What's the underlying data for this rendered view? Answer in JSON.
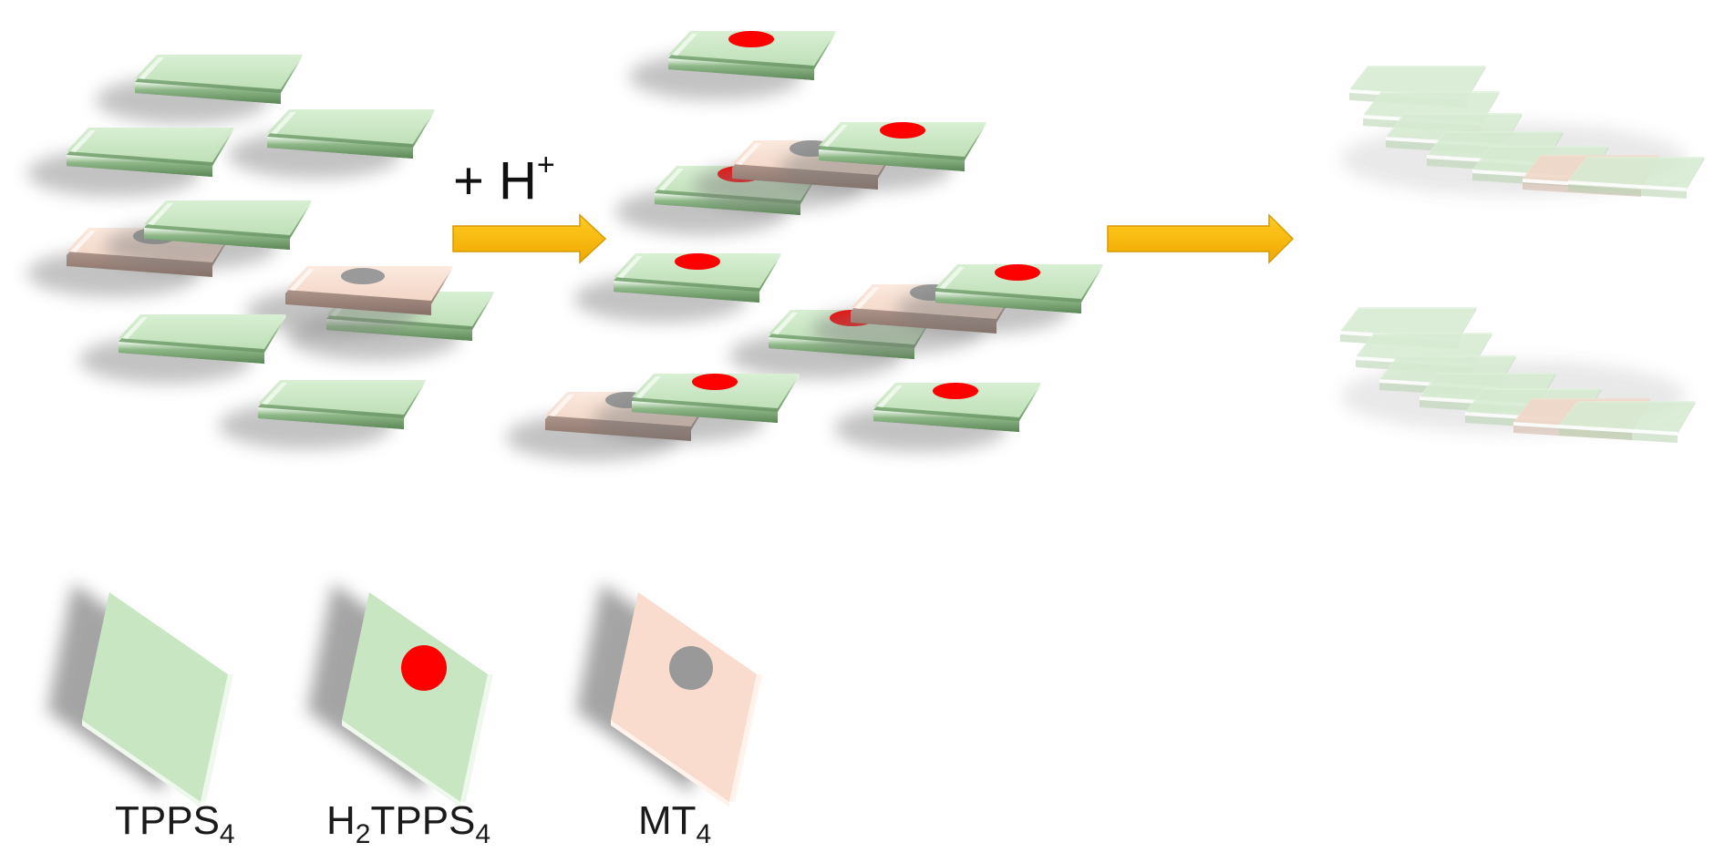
{
  "reaction": {
    "reagent_prefix": "+ H",
    "reagent_charge": "+"
  },
  "legend": [
    {
      "id": "tpps4",
      "label_main": "TPPS",
      "label_sub": "4"
    },
    {
      "id": "h2tpps4",
      "label_pre": "H",
      "label_pre_sub": "2",
      "label_main": "TPPS",
      "label_sub": "4"
    },
    {
      "id": "mt4",
      "label_main": "MT",
      "label_sub": "4"
    }
  ],
  "colors": {
    "tpps4_fill": "#c8e6c2",
    "tpps4_edge": "#6f9a6a",
    "mt4_fill": "#f7ddcf",
    "mt4_edge": "#9a8278",
    "h2_center": "#ff0000",
    "metal_center": "#999999",
    "arrow": "#f5b800",
    "arrow_stroke": "#d69a00"
  },
  "icons": {
    "reaction_arrow": "right-arrow-icon",
    "monomer": "porphyrin-tile-icon"
  }
}
